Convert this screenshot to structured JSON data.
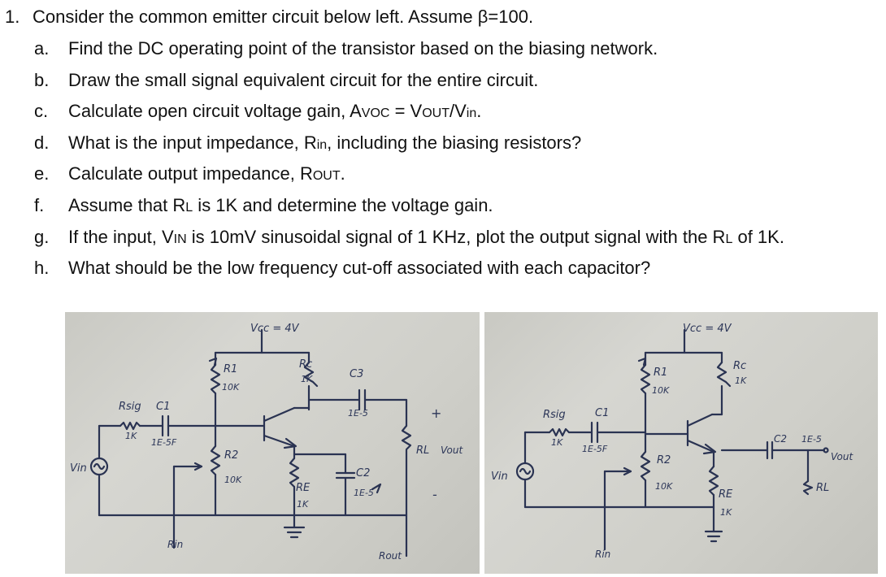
{
  "question": {
    "number": "1.",
    "text": "Consider the common emitter circuit below left. Assume β=100."
  },
  "items": [
    {
      "letter": "a.",
      "text": "Find the DC operating point of the transistor based on the biasing network."
    },
    {
      "letter": "b.",
      "text": "Draw the small signal equivalent circuit for the entire circuit."
    },
    {
      "letter": "c.",
      "pre": "Calculate open circuit voltage gain, A",
      "s1": "VOC",
      "mid": " = V",
      "s2": "OUT",
      "mid2": "/V",
      "s3": "in",
      "post": "."
    },
    {
      "letter": "d.",
      "pre": "What is the input impedance, R",
      "s1": "in",
      "post": ", including the biasing resistors?"
    },
    {
      "letter": "e.",
      "pre": "Calculate output impedance, R",
      "s1": "OUT",
      "post": "."
    },
    {
      "letter": "f.",
      "pre": "Assume that R",
      "s1": "L",
      "post": " is 1K and determine the voltage gain."
    },
    {
      "letter": "g.",
      "pre": "If the input, V",
      "s1": "IN",
      "mid": " is 10mV sinusoidal signal of 1 KHz, plot the output signal with the R",
      "s2": "L",
      "post": " of 1K."
    },
    {
      "letter": "h.",
      "text": "What should be the low frequency cut-off associated with each capacitor?"
    }
  ],
  "left_circuit": {
    "vcc": "Vcc = 4V",
    "r1": "R1",
    "r1_val": "10K",
    "rc": "Rc",
    "rc_val": "1K",
    "c3": "C3",
    "c3_val": "1E-5",
    "rsig": "Rsig",
    "rsig_val": "1K",
    "c1": "C1",
    "c1_val": "1E-5F",
    "r2": "R2",
    "r2_val": "10K",
    "re": "RE",
    "re_val": "1K",
    "c2": "C2",
    "c2_val": "1E-5",
    "rl": "RL",
    "vout": "Vout",
    "plus": "+",
    "minus": "-",
    "vin": "Vin",
    "rin": "Rin",
    "rout": "Rout"
  },
  "right_circuit": {
    "vcc": "Vcc = 4V",
    "r1": "R1",
    "r1_val": "10K",
    "rc": "Rc",
    "rc_val": "1K",
    "rsig": "Rsig",
    "rsig_val": "1K",
    "c1": "C1",
    "c1_val": "1E-5F",
    "r2": "R2",
    "r2_val": "10K",
    "re": "RE",
    "re_val": "1K",
    "c2": "C2",
    "c2_val": "1E-5",
    "vout": "Vout",
    "rl": "RL",
    "vin": "Vin",
    "rin": "Rin"
  }
}
